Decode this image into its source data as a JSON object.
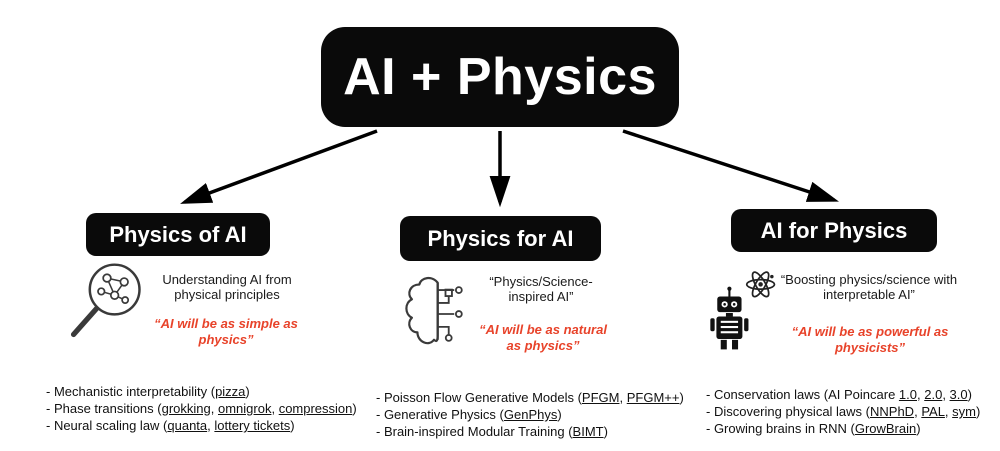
{
  "title": "AI + Physics",
  "colors": {
    "box_black": "#0a0a0a",
    "accent_red": "#e8432a",
    "background": "#ffffff"
  },
  "branches": [
    {
      "label": "Physics of AI",
      "icon": "magnifier-network-icon",
      "description": "Understanding AI from physical principles",
      "quote": "“AI will be as simple as physics”",
      "items": [
        [
          {
            "t": "- Mechanistic interpretability ("
          },
          {
            "t": "pizza",
            "u": true
          },
          {
            "t": ")"
          }
        ],
        [
          {
            "t": "- Phase transitions ("
          },
          {
            "t": "grokking",
            "u": true
          },
          {
            "t": ", "
          },
          {
            "t": "omnigrok",
            "u": true
          },
          {
            "t": ", "
          },
          {
            "t": "compression",
            "u": true
          },
          {
            "t": ")"
          }
        ],
        [
          {
            "t": "- Neural scaling law ("
          },
          {
            "t": "quanta",
            "u": true
          },
          {
            "t": ", "
          },
          {
            "t": "lottery tickets",
            "u": true
          },
          {
            "t": ")"
          }
        ]
      ]
    },
    {
      "label": "Physics for AI",
      "icon": "brain-circuit-icon",
      "description": "“Physics/Science-inspired AI”",
      "quote": "“AI will be as natural as physics”",
      "items": [
        [
          {
            "t": "- Poisson Flow Generative Models ("
          },
          {
            "t": "PFGM",
            "u": true
          },
          {
            "t": ", "
          },
          {
            "t": "PFGM++",
            "u": true
          },
          {
            "t": ")"
          }
        ],
        [
          {
            "t": "- Generative Physics ("
          },
          {
            "t": "GenPhys",
            "u": true
          },
          {
            "t": ")"
          }
        ],
        [
          {
            "t": "- Brain-inspired Modular Training ("
          },
          {
            "t": "BIMT",
            "u": true
          },
          {
            "t": ")"
          }
        ]
      ]
    },
    {
      "label": "AI for Physics",
      "icon": "robot-atom-icon",
      "description": "“Boosting physics/science with interpretable AI”",
      "quote": "“AI will be as powerful as physicists”",
      "items": [
        [
          {
            "t": "- Conservation laws (AI Poincare "
          },
          {
            "t": "1.0",
            "u": true
          },
          {
            "t": ", "
          },
          {
            "t": "2.0",
            "u": true
          },
          {
            "t": ", "
          },
          {
            "t": "3.0",
            "u": true
          },
          {
            "t": ")"
          }
        ],
        [
          {
            "t": "- Discovering physical laws ("
          },
          {
            "t": "NNPhD",
            "u": true
          },
          {
            "t": ", "
          },
          {
            "t": "PAL",
            "u": true
          },
          {
            "t": ", "
          },
          {
            "t": "sym",
            "u": true
          },
          {
            "t": ")"
          }
        ],
        [
          {
            "t": "- Growing brains in RNN ("
          },
          {
            "t": "GrowBrain",
            "u": true
          },
          {
            "t": ")"
          }
        ]
      ]
    }
  ]
}
